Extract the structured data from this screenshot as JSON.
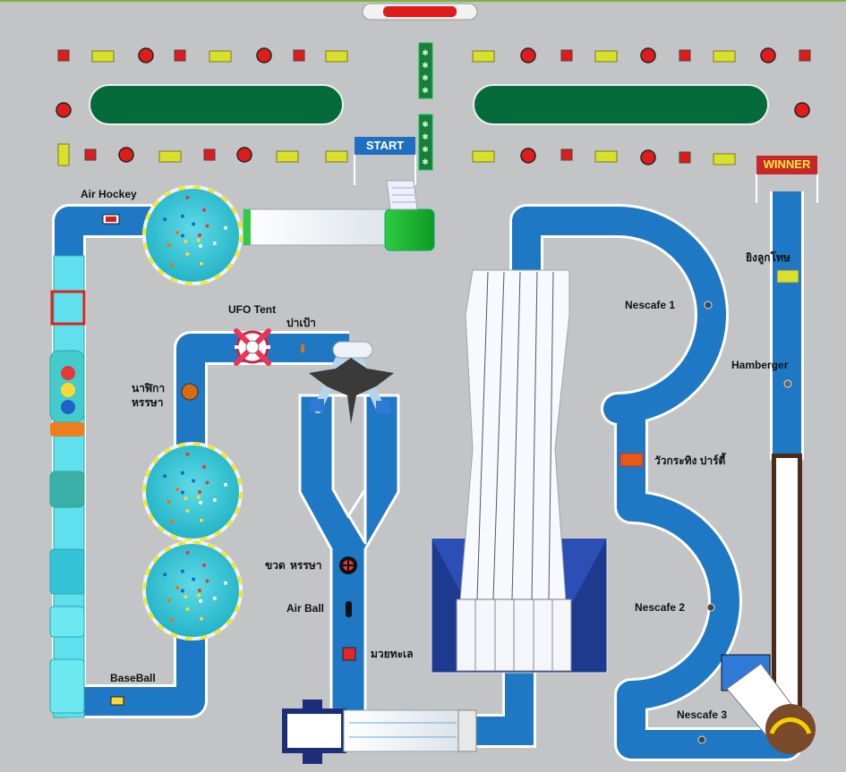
{
  "labels": {
    "start": "START",
    "winner": "WINNER",
    "air_hockey": "Air Hockey",
    "ufo_tent": "UFO Tent",
    "pao_pao": "ปาเป้า",
    "watch_line1": "นาฬิกา",
    "watch_line2": "หรรษา",
    "bottle_line1": "ขวด",
    "bottle_line2": "หรรษา",
    "air_ball": "Air Ball",
    "boxing": "มวยทะเล",
    "baseball": "BaseBall",
    "nescafe1": "Nescafe 1",
    "nescafe2": "Nescafe 2",
    "nescafe3": "Nescafe 3",
    "hamberger": "Hamberger",
    "cow_party": "วัวกระทิง ปาร์ตี้",
    "shoot_penalty": "ยิงลูกโทษ"
  },
  "colors": {
    "track": "#1f78c4",
    "track_edge": "#ffffff",
    "ground": "#c2c4c6",
    "pool": "#33c6d6",
    "green_area": "#056b3b",
    "sign_blue": "#1f6fc0",
    "sign_red": "#c62828",
    "winner_text": "#ffeb3b"
  },
  "icons": [
    "red-round-stool-icon",
    "red-square-stool-icon",
    "yellow-bench-icon",
    "tree-planter-icon",
    "dragon-icon",
    "ufo-icon",
    "pipe-slide-icon"
  ]
}
